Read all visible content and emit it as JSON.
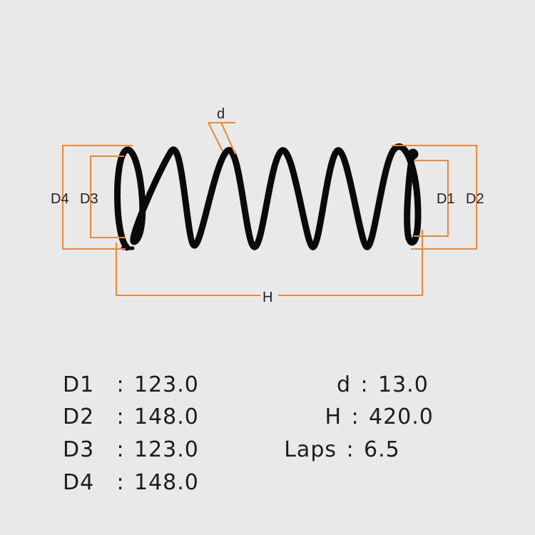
{
  "diagram": {
    "labels": {
      "d": "d",
      "D1": "D1",
      "D2": "D2",
      "D3": "D3",
      "D4": "D4",
      "H": "H"
    },
    "colors": {
      "dimension_lines": "#e8893a",
      "spring": "#0a0a0a",
      "background": "#e9e9e9"
    }
  },
  "specs": {
    "left": [
      {
        "key": "D1",
        "sep": ":",
        "value": "123.0"
      },
      {
        "key": "D2",
        "sep": ":",
        "value": "148.0"
      },
      {
        "key": "D3",
        "sep": ":",
        "value": "123.0"
      },
      {
        "key": "D4",
        "sep": ":",
        "value": "148.0"
      }
    ],
    "right": [
      {
        "key": "d",
        "sep": ":",
        "value": "13.0"
      },
      {
        "key": "H",
        "sep": ":",
        "value": "420.0"
      },
      {
        "key": "Laps",
        "sep": ":",
        "value": "6.5"
      }
    ]
  }
}
